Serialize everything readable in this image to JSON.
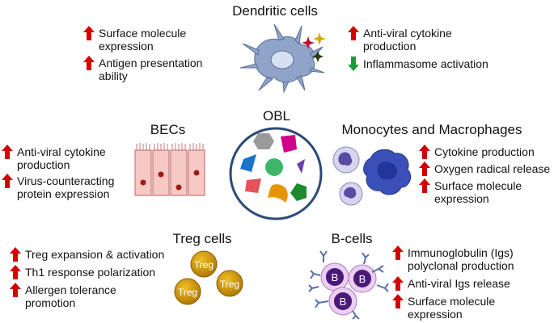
{
  "dendritic": {
    "title": "Dendritic cells",
    "left_items": [
      "Surface molecule\nexpression",
      "Antigen presentation\nability"
    ],
    "right_items": [
      "Anti-viral cytokine\nproduction",
      "Inflammasome activation"
    ]
  },
  "center": {
    "title": "OBL"
  },
  "becs": {
    "title": "BECs",
    "items": [
      "Anti-viral cytokine\nproduction",
      "Virus-counteracting\nprotein expression"
    ]
  },
  "monocytes": {
    "title": "Monocytes and Macrophages",
    "items": [
      "Cytokine production",
      "Oxygen radical release",
      "Surface molecule\nexpression"
    ]
  },
  "treg": {
    "title": "Treg cells",
    "cell_label": "Treg",
    "items": [
      "Treg expansion & activation",
      "Th1 response polarization",
      "Allergen tolerance\npromotion"
    ]
  },
  "bcells": {
    "title": "B-cells",
    "cell_label": "B",
    "items": [
      "Immunoglobulin  (Igs)\npolyclonal production",
      "Anti-viral Igs release",
      "Surface molecule\nexpression"
    ]
  },
  "colors": {
    "up_arrow": "#d40000",
    "down_arrow": "#1a9a3a"
  }
}
